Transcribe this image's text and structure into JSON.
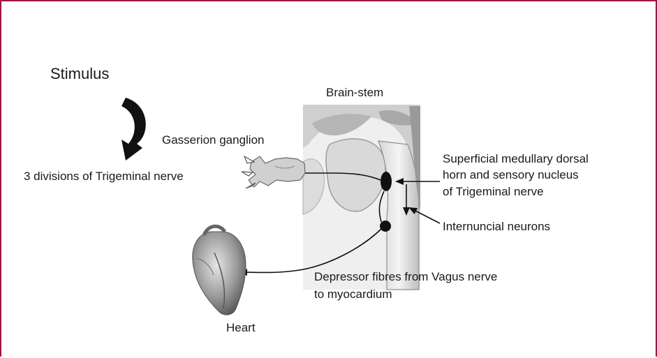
{
  "frame": {
    "border_color": "#a01648"
  },
  "labels": {
    "stimulus": "Stimulus",
    "brain_stem": "Brain-stem",
    "gasserion_ganglion": "Gasserion ganglion",
    "trigeminal_divisions": "3 divisions of Trigeminal nerve",
    "superficial_nucleus": [
      "Superficial medullary dorsal",
      "horn and sensory nucleus",
      "of Trigeminal nerve"
    ],
    "internuncial": "Internuncial neurons",
    "depressor": [
      "Depressor fibres from Vagus nerve",
      "to myocardium"
    ],
    "heart": "Heart"
  },
  "icons": [
    "curved-arrow-icon",
    "ganglion-icon",
    "brain-stem-illustration",
    "heart-illustration"
  ]
}
